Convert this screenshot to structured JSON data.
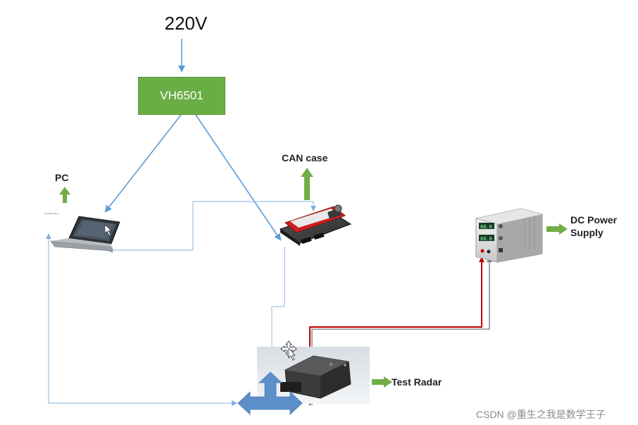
{
  "diagram": {
    "supply_voltage": "220V",
    "interface_box": "VH6501",
    "pc_label": "PC",
    "pc_screen_caption": "VH-6501 Demo",
    "can_case_label": "CAN case",
    "power_supply_label_line1": "DC Power",
    "power_supply_label_line2": "Supply",
    "radar_label": "Test Radar",
    "watermark": "CSDN @重生之我是数学王子"
  },
  "colors": {
    "box_fill": "#6aad45",
    "signal_line": "#5b9bd5",
    "thin_line": "#9dc3e6",
    "label_arrow": "#70ad47",
    "power_positive": "#c00000",
    "power_negative": "#7f7f7f",
    "bus_arrow": "#5b8fc9"
  }
}
